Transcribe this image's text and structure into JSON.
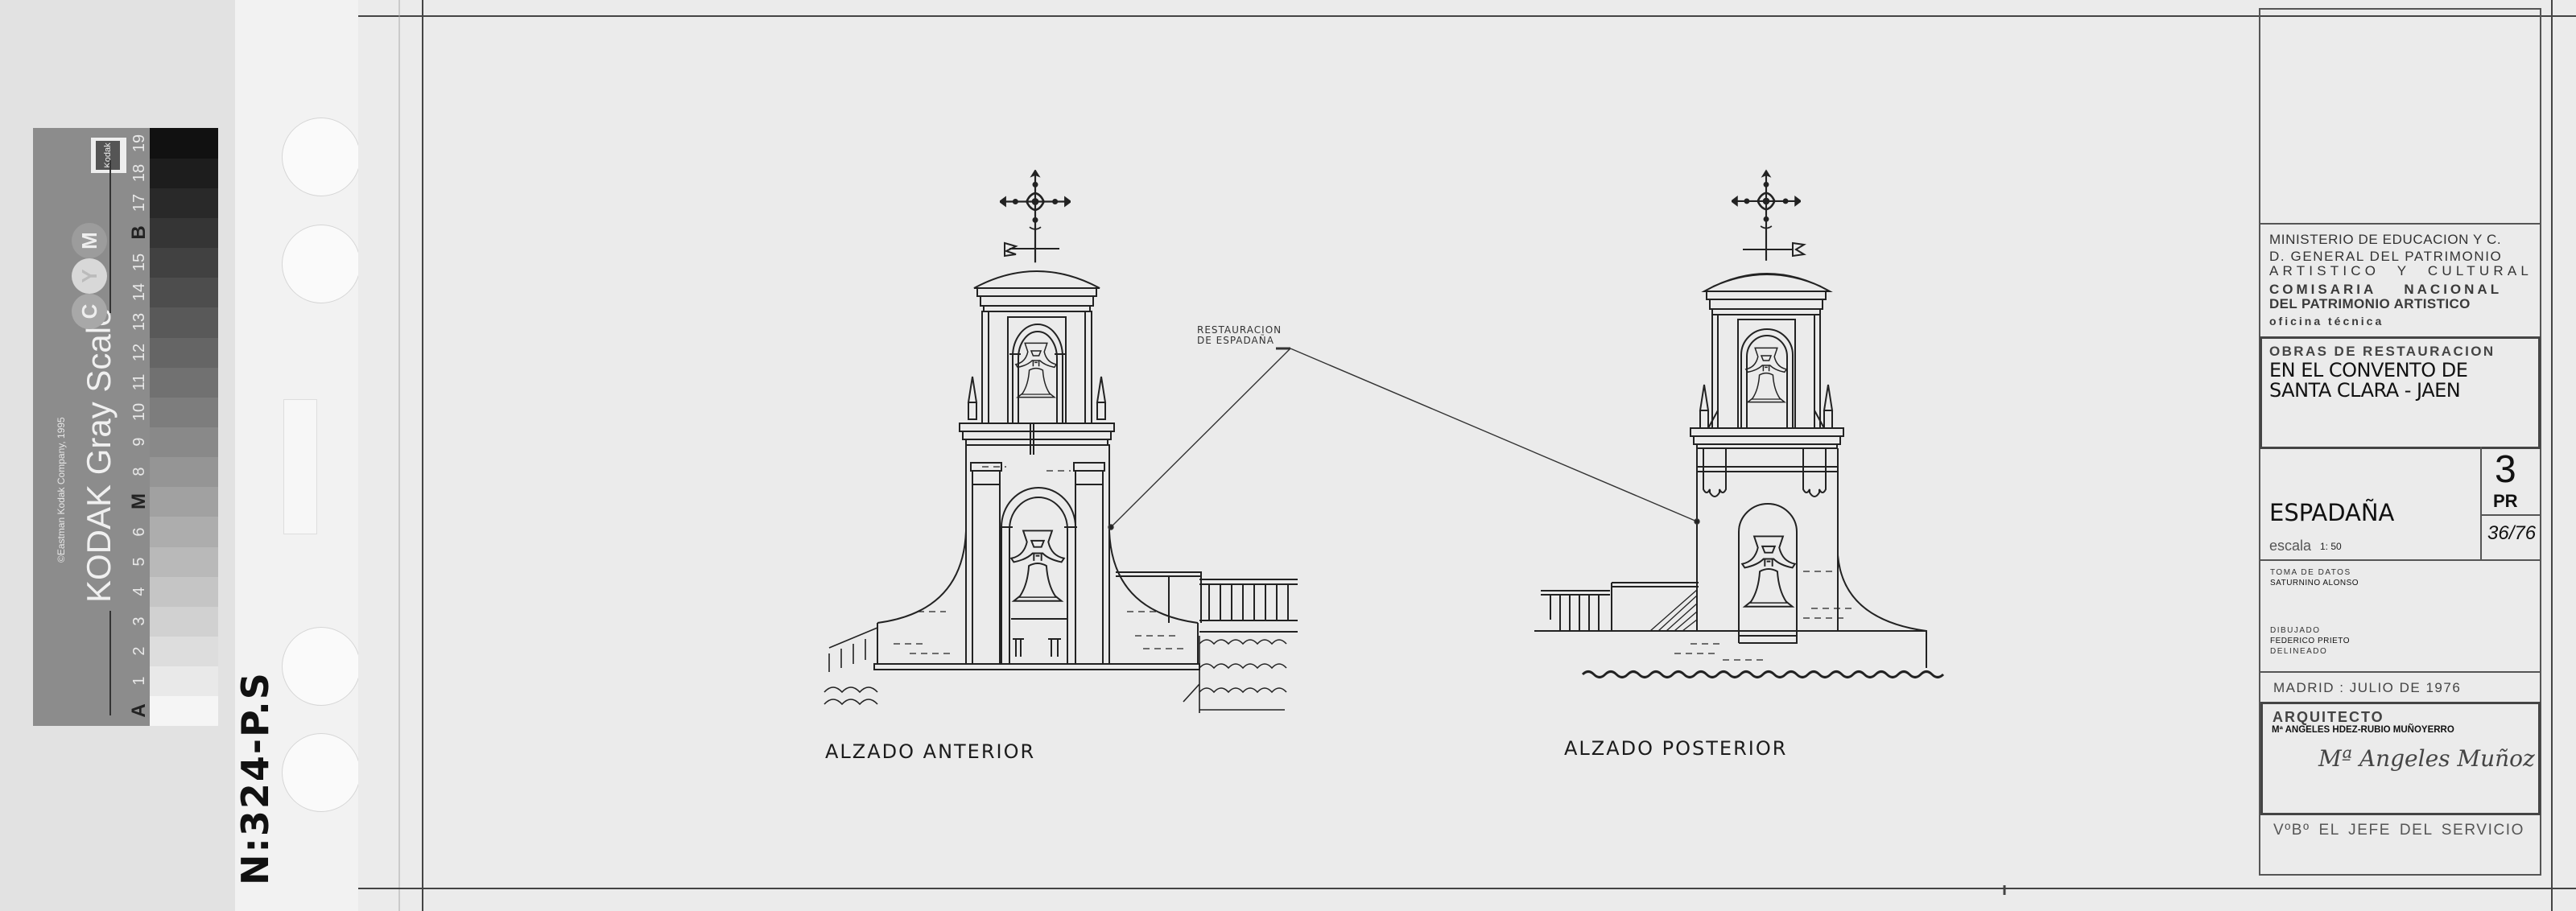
{
  "gray_scale": {
    "title": "KODAK Gray Scale",
    "copyright": "©Eastman Kodak Company, 1995",
    "logo": "Kodak",
    "color_marks": [
      "C",
      "Y",
      "M"
    ],
    "steps": [
      "A",
      "1",
      "2",
      "3",
      "4",
      "5",
      "6",
      "M",
      "8",
      "9",
      "10",
      "11",
      "12",
      "13",
      "14",
      "15",
      "B",
      "17",
      "18",
      "19"
    ]
  },
  "archive_mark": "N:324-P.S",
  "drawing": {
    "annotation": [
      "RESTAURACION",
      "DE ESPADAÑA"
    ],
    "captions": {
      "front": "ALZADO ANTERIOR",
      "rear": "ALZADO POSTERIOR"
    }
  },
  "title_block": {
    "ministry": "MINISTERIO DE EDUCACION Y C.",
    "directorate_1": "D. GENERAL DEL PATRIMONIO",
    "directorate_2": "ARTISTICO Y CULTURAL",
    "commission_1": "COMISARIA NACIONAL",
    "commission_2": "DEL PATRIMONIO ARTISTICO",
    "office": "oficina técnica",
    "project_heading": "OBRAS DE RESTAURACION",
    "project_1": "EN EL CONVENTO DE",
    "project_2": "SANTA CLARA - JAEN",
    "sheet_title": "ESPADAÑA",
    "scale_label": "escala",
    "scale_value": "1: 50",
    "sheet_number": "3",
    "sheet_series": "PR",
    "file_number": "36/76",
    "survey_label": "TOMA DE DATOS",
    "survey_name": "SATURNINO ALONSO",
    "drawn_label": "DIBUJADO",
    "drawn_name": "FEDERICO PRIETO",
    "drafted_label": "DELINEADO",
    "place_date": "MADRID : JULIO DE 1976",
    "architect_label": "ARQUITECTO",
    "architect_name": "Mª ANGELES HDEZ-RUBIO MUÑOYERRO",
    "signature": "Mª Angeles Muñoz",
    "approval": "VºBº EL JEFE DEL SERVICIO"
  }
}
